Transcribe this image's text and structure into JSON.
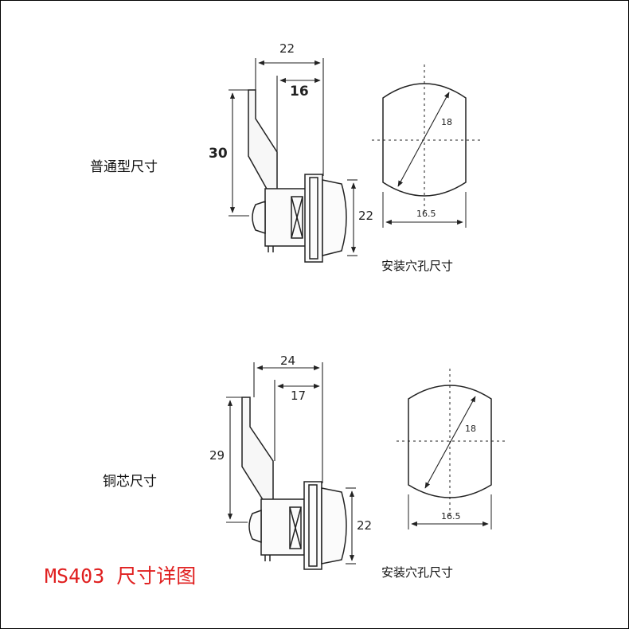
{
  "colors": {
    "line": "#222222",
    "title": "#e02020"
  },
  "top": {
    "section_label": "普通型尺寸",
    "dims": {
      "overall": "22",
      "inner": "16",
      "height": "30",
      "body": "22"
    },
    "hole": {
      "caption": "安装穴孔尺寸",
      "diagonal": "18",
      "width": "16.5"
    }
  },
  "bottom": {
    "section_label": "铜芯尺寸",
    "dims": {
      "overall": "24",
      "inner": "17",
      "height": "29",
      "body": "22"
    },
    "hole": {
      "caption": "安装穴孔尺寸",
      "diagonal": "18",
      "width": "16.5"
    }
  },
  "title": "MS403 尺寸详图"
}
